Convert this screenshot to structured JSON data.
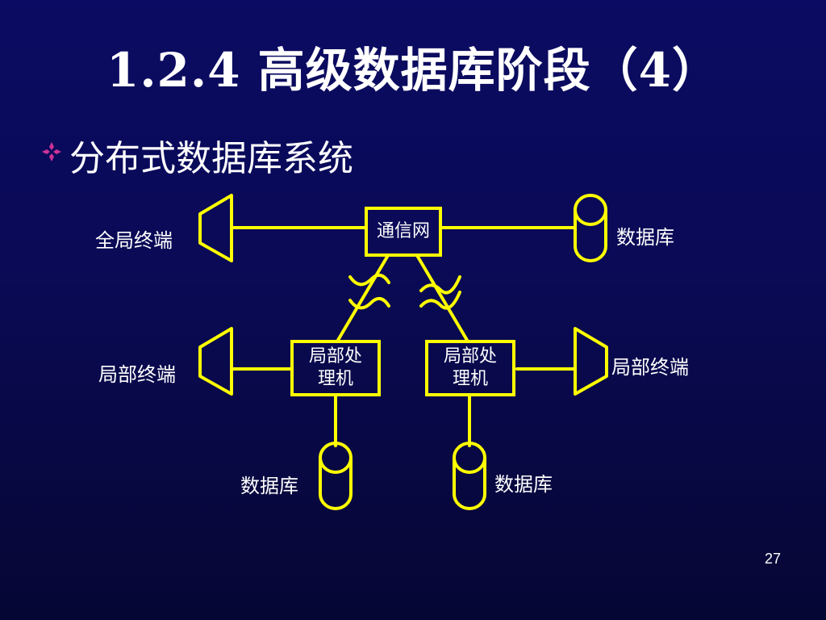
{
  "slide": {
    "title": "1.2.4 高级数据库阶段（4）",
    "bullet": "分布式数据库系统",
    "page_number": "27"
  },
  "diagram": {
    "network": "通信网",
    "global_terminal": "全局终端",
    "database_top": "数据库",
    "local_terminal_left": "局部终端",
    "local_terminal_right": "局部终端",
    "processor_left": {
      "line1": "局部处",
      "line2": "理机"
    },
    "processor_right": {
      "line1": "局部处",
      "line2": "理机"
    },
    "database_left": "数据库",
    "database_right": "数据库"
  },
  "colors": {
    "background": "#0a0a55",
    "line": "#ffff00",
    "text": "#ffffff",
    "bullet_icon": "#cc3399"
  }
}
